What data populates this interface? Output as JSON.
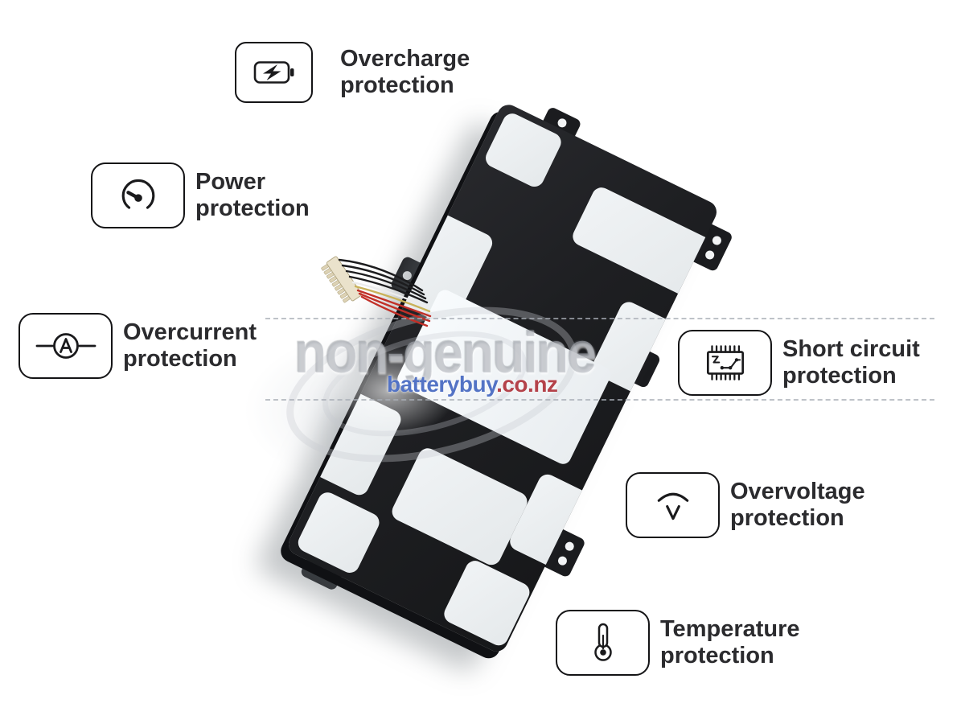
{
  "watermark": {
    "big_text": "non-genuine",
    "site_name": "batterybuy",
    "site_tld": ".co.nz"
  },
  "features": [
    {
      "id": "overcharge",
      "icon": "battery-charge-icon",
      "line1": "Overcharge",
      "line2": "protection"
    },
    {
      "id": "power",
      "icon": "gauge-icon",
      "line1": "Power",
      "line2": "protection"
    },
    {
      "id": "overcurrent",
      "icon": "ammeter-icon",
      "line1": "Overcurrent",
      "line2": "protection"
    },
    {
      "id": "short-circuit",
      "icon": "chip-icon",
      "line1": "Short circuit",
      "line2": "protection"
    },
    {
      "id": "overvoltage",
      "icon": "voltage-icon",
      "line1": "Overvoltage",
      "line2": "protection"
    },
    {
      "id": "temperature",
      "icon": "thermometer-icon",
      "line1": "Temperature",
      "line2": "protection"
    }
  ],
  "colors": {
    "feature_text": "#2b2b2e",
    "box_border": "#141416",
    "battery_black": "#1f2023",
    "adhesive_patch": "#eaeef0",
    "site_blue": "#5373c5",
    "site_red": "#b4424a",
    "watermark_gray": "#b0b5bc",
    "wire_red": "#c23028",
    "wire_yellow": "#c9b25a",
    "connector_beige": "#eae2cb"
  }
}
